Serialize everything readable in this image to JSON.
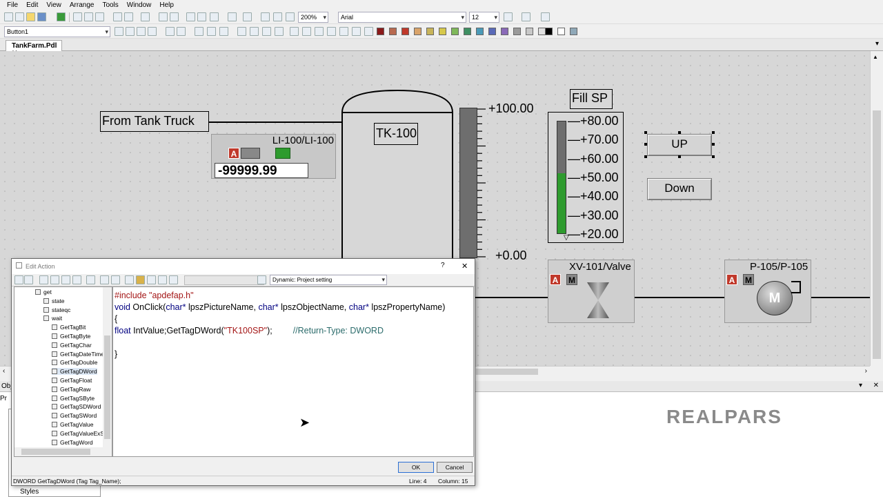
{
  "menu": [
    "File",
    "Edit",
    "View",
    "Arrange",
    "Tools",
    "Window",
    "Help"
  ],
  "toolbar": {
    "zoom": "200%",
    "font": "Arial",
    "size": "12",
    "object": "Button1"
  },
  "doc_tab": "TankFarm.Pdl",
  "canvas": {
    "from_truck": "From Tank Truck",
    "tank": "TK-100",
    "level_tag": "LI-100/LI-100",
    "level_value": "-99999.99",
    "level_a": "A",
    "tank_scale_top": "+100.00",
    "tank_scale_bottom": "+0.00",
    "fill_sp": "Fill SP",
    "sp_scale": [
      "+80.00",
      "+70.00",
      "+60.00",
      "+50.00",
      "+40.00",
      "+30.00",
      "+20.00"
    ],
    "sp_fill_percent": 0.54,
    "up": "UP",
    "down": "Down",
    "valve_tag": "XV-101/Valve",
    "pump_tag": "P-105/P-105",
    "a": "A",
    "m": "M",
    "pump_m": "M"
  },
  "dialog": {
    "title": "Edit Action",
    "help": "?",
    "close": "✕",
    "dynamic": "Dynamic: Project setting",
    "tree": [
      {
        "t": "get",
        "d": 3
      },
      {
        "t": "state",
        "d": 4
      },
      {
        "t": "stateqc",
        "d": 4
      },
      {
        "t": "wait",
        "d": 4
      },
      {
        "t": "GetTagBit",
        "d": 5
      },
      {
        "t": "GetTagByte",
        "d": 5
      },
      {
        "t": "GetTagChar",
        "d": 5
      },
      {
        "t": "GetTagDateTime",
        "d": 5
      },
      {
        "t": "GetTagDouble",
        "d": 5
      },
      {
        "t": "GetTagDWord",
        "d": 5
      },
      {
        "t": "GetTagFloat",
        "d": 5
      },
      {
        "t": "GetTagRaw",
        "d": 5
      },
      {
        "t": "GetTagSByte",
        "d": 5
      },
      {
        "t": "GetTagSDWord",
        "d": 5
      },
      {
        "t": "GetTagSWord",
        "d": 5
      },
      {
        "t": "GetTagValue",
        "d": 5
      },
      {
        "t": "GetTagValueExStr",
        "d": 5
      },
      {
        "t": "GetTagWord",
        "d": 5
      }
    ],
    "code": {
      "l1": "#include \"apdefap.h\"",
      "l2a": "void",
      "l2b": " OnClick(",
      "l2c": "char*",
      "l2d": " lpszPictureName, ",
      "l2e": "char*",
      "l2f": " lpszObjectName, ",
      "l2g": "char*",
      "l2h": " lpszPropertyName)",
      "l3": "{",
      "l4a": "float",
      "l4b": " IntValue;GetTagDWord(",
      "l4c": "\"TK100SP\"",
      "l4d": ");",
      "l4e": "//Return-Type: DWORD",
      "l5": "}"
    },
    "ok": "OK",
    "cancel": "Cancel",
    "status": "DWORD GetTagDWord (Tag Tag_Name);",
    "line": "Line: 4",
    "column": "Column: 15"
  },
  "lower": {
    "panel_obj": "Obj",
    "panel_pr": "Pr",
    "styles": "Styles",
    "brand": "REALPARS"
  },
  "colors": {
    "accent": "#2e9b2e",
    "alarm": "#c0392b",
    "brand": "#8a8a8a"
  }
}
